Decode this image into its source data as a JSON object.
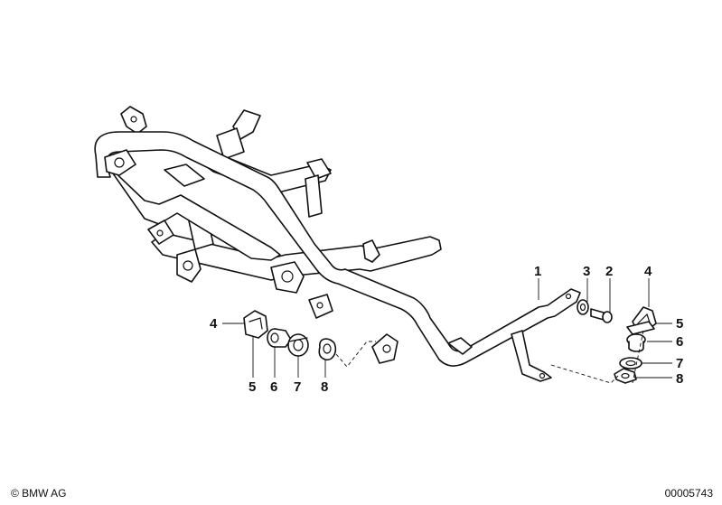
{
  "callouts": {
    "c1": "1",
    "c2": "2",
    "c3": "3",
    "c4r": "4",
    "c5r": "5",
    "c6r": "6",
    "c7r": "7",
    "c8r": "8",
    "c4l": "4",
    "c5l": "5",
    "c6l": "6",
    "c7l": "7",
    "c8l": "8"
  },
  "footer": {
    "copyright": "© BMW AG",
    "document_number": "00005743"
  }
}
